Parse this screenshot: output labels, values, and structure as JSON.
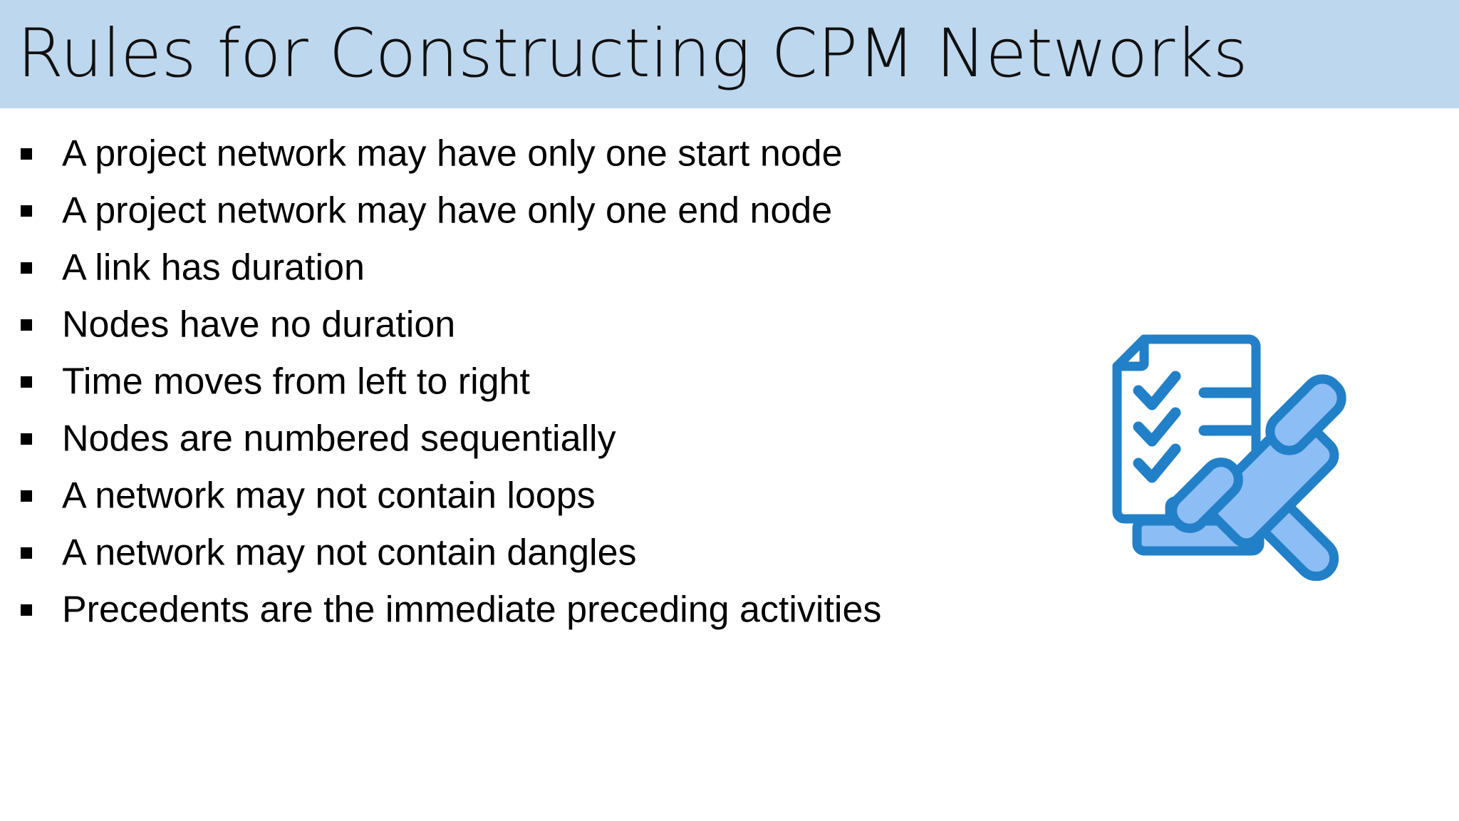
{
  "slide": {
    "title": "Rules for Constructing CPM Networks",
    "title_band_color": "#BDD7EE",
    "background_color": "#FFFFFF",
    "text_color": "#000000"
  },
  "bullets": [
    {
      "text": "A project network may have only one start node"
    },
    {
      "text": "A project network may have only one end node"
    },
    {
      "text": "A link has duration"
    },
    {
      "text": "Nodes have no duration"
    },
    {
      "text": "Time moves from left to right"
    },
    {
      "text": "Nodes are numbered sequentially"
    },
    {
      "text": "A network may not contain loops"
    },
    {
      "text": "A network may not contain dangles"
    },
    {
      "text": "Precedents are the immediate preceding activities"
    }
  ],
  "illustration": {
    "name": "checklist-document-with-gavel-icon",
    "stroke_color": "#2280C8",
    "fill_color": "#8CBDF5",
    "paper_color": "#FFFFFF",
    "parts": [
      "checklist-document",
      "check-marks",
      "text-lines",
      "gavel-head",
      "gavel-handle",
      "sounding-block"
    ]
  }
}
